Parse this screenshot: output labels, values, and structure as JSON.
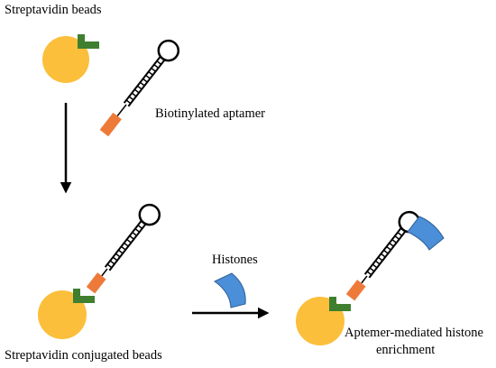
{
  "labels": {
    "streptavidin_beads": "Streptavidin beads",
    "biotinylated_aptamer": "Biotinylated aptamer",
    "histones": "Histones",
    "streptavidin_conjugated_beads": "Streptavidin conjugated beads",
    "enrichment_line1": "Aptemer-mediated histone",
    "enrichment_line2": "enrichment"
  },
  "colors": {
    "bead": "#FBBF3B",
    "streptavidin": "#3F7F2F",
    "biotin": "#EE7A3A",
    "histone": "#4A8FD8",
    "histone_outline": "#2F5F96",
    "stroke": "#000000"
  }
}
